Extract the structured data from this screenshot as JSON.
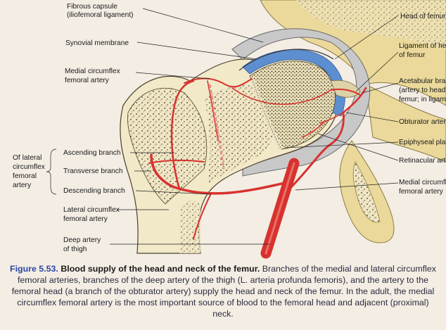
{
  "labels_left": {
    "fibrous_capsule_1": "Fibrous capsule",
    "fibrous_capsule_2": "(iliofemoral ligament)",
    "synovial_membrane": "Synovial membrane",
    "medial_circumflex_1": "Medial circumflex",
    "medial_circumflex_2": "femoral artery",
    "of_lateral_1": "Of lateral",
    "of_lateral_2": "circumflex",
    "of_lateral_3": "femoral",
    "of_lateral_4": "artery",
    "ascending_branch": "Ascending branch",
    "transverse_branch": "Transverse branch",
    "descending_branch": "Descending branch",
    "lateral_circumflex_1": "Lateral circumflex",
    "lateral_circumflex_2": "femoral artery",
    "deep_artery_1": "Deep artery",
    "deep_artery_2": "of thigh"
  },
  "labels_right": {
    "head_of_femur": "Head of femur",
    "ligament_1": "Ligament of hea",
    "ligament_2": "of femur",
    "acetabular_1": "Acetabular bran",
    "acetabular_2": "(artery to head o",
    "acetabular_3": "femur; in ligame",
    "obturator": "Obturator artery",
    "epiphyseal": "Epiphyseal plate",
    "retinacular": "Retinacular arter",
    "medial_circ_1": "Medial circumfle",
    "medial_circ_2": "femoral artery"
  },
  "caption": {
    "figure_number": "Figure 5.53.",
    "title": "Blood supply of the head and neck of the femur.",
    "body": "Branches of the medial and lateral circumflex femoral arteries, branches of the deep artery of the thigh (L. arteria profunda femoris), and the artery to the femoral head (a branch of the obturator artery) supply the head and neck of the femur. In the adult, the medial circumflex femoral artery is the most important source of blood to the femoral head and adjacent (proximal) neck."
  },
  "colors": {
    "artery_red": "#d8322e",
    "bone": "#f1e9c8",
    "cartilage_blue": "#5d8fd0",
    "capsule": "#c9c8c8",
    "pelvis_yellow": "#ead99a",
    "caption_blue": "#2a46a8"
  }
}
